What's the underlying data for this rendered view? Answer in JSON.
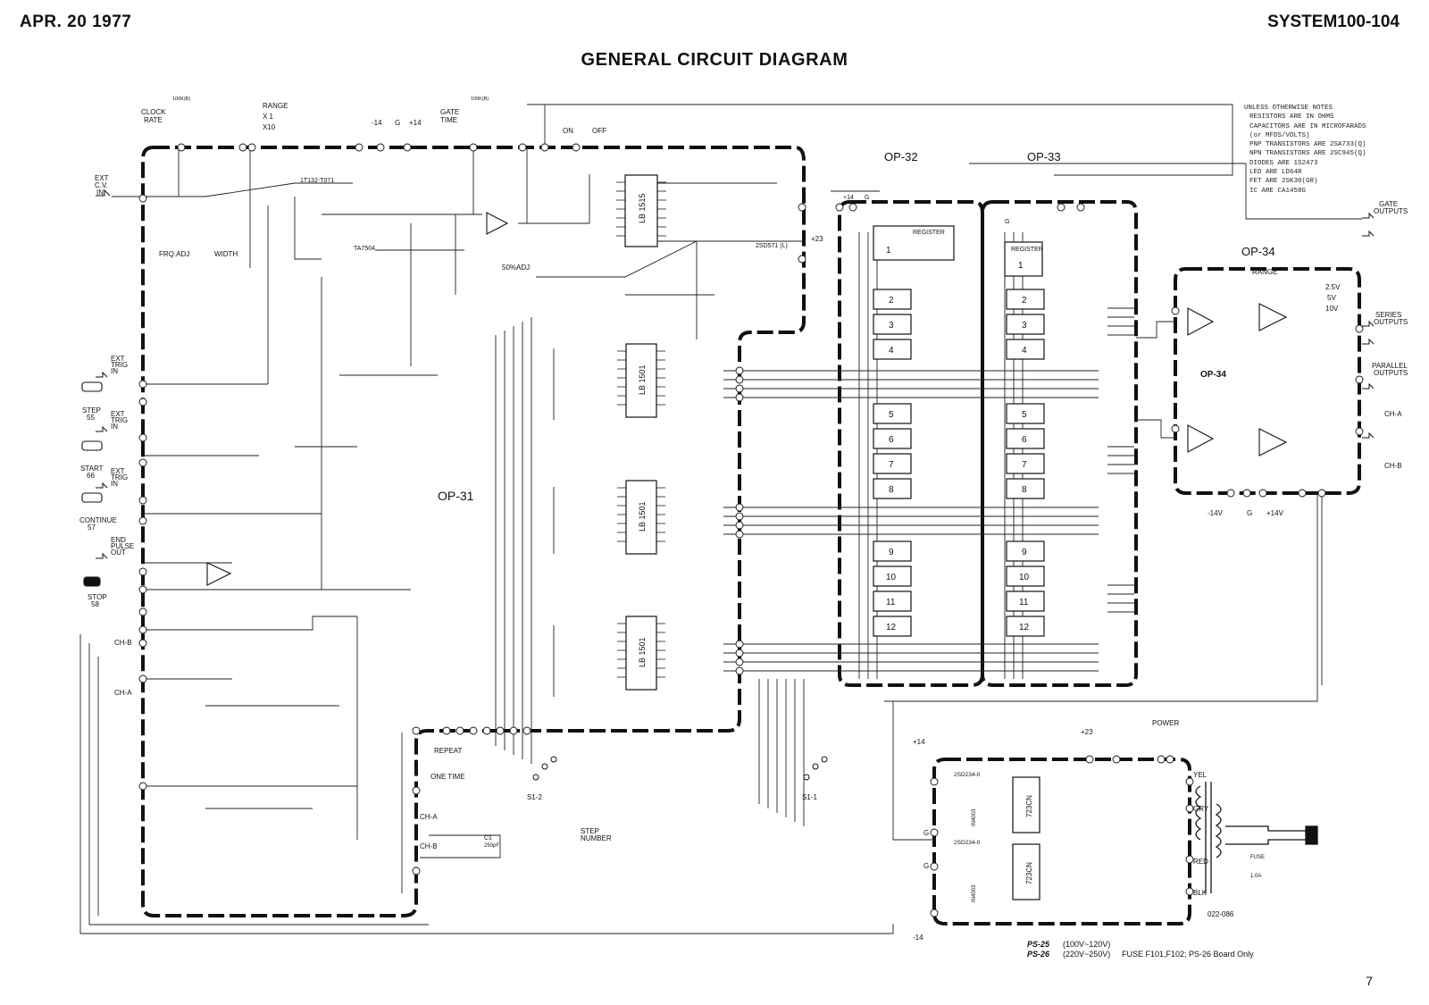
{
  "header": {
    "date": "APR. 20 1977",
    "model": "SYSTEM100-104",
    "title": "GENERAL CIRCUIT DIAGRAM",
    "page_number": "7"
  },
  "notes": {
    "heading": "UNLESS OTHERWISE NOTES",
    "lines": [
      "RESISTORS ARE IN OHMS",
      "CAPACITORS ARE IN MICROFARADS",
      "(or MFDS/VOLTS)",
      "PNP TRANSISTORS ARE 2SA733(Q)",
      "NPN TRANSISTORS ARE 2SC945(Q)",
      "DIODES ARE 1S2473",
      "LED ARE LD64R",
      "FET ARE 2SK30(GR)",
      "IC ARE CA1458G"
    ]
  },
  "boards": {
    "op31": "OP-31",
    "op32": "OP-32",
    "op33": "OP-33",
    "op34": "OP-34",
    "op34_inner": "OP-34"
  },
  "op31": {
    "clock_rate": [
      "CLOCK",
      "RATE"
    ],
    "gate_time": [
      "GATE",
      "TIME"
    ],
    "range": "RANGE",
    "x1": "X 1",
    "x10": "X10",
    "ext_cv_in": [
      "EXT",
      "C.V.",
      "IN"
    ],
    "frq_adj": "FRQ.ADJ",
    "width": "WIDTH",
    "ext_trig_in": [
      "EXT",
      "TRIG",
      "IN"
    ],
    "step": "STEP",
    "step_num": "55",
    "start": "START",
    "start_num": "66",
    "continue": "CONTINUE",
    "continue_num": "57",
    "end_pulse_out": [
      "END",
      "PULSE",
      "OUT"
    ],
    "stop": "STOP",
    "stop_num": "58",
    "ch_b": "CH-B",
    "ch_a": "CH-A",
    "repeat": "REPEAT",
    "one_time": "ONE TIME",
    "step_number": [
      "STEP",
      "NUMBER"
    ],
    "on": "ON",
    "off": "OFF",
    "plus23": "+23",
    "adj50": "50%ADJ",
    "minus14": "-14",
    "g": "G",
    "plus14": "+14",
    "ic_lb1515": "LB 1515",
    "ic_lb1501": "LB 1501",
    "ic_ta7504": "TA7504",
    "ic_1t132": "1T132-T071",
    "q_2sd571": "2SD571 (L)",
    "s1_2": "S1-2",
    "s1_1": "S1-1",
    "c1": "C1",
    "c1_val": "250pF",
    "r_clock": "100K(B)",
    "r_gate": "100K(B)",
    "ch_a_sw": "CH-A",
    "ch_b_sw": "CH-B"
  },
  "op32": {
    "register": "REGISTER",
    "plus14": "+14",
    "g": "G",
    "cells": [
      "1",
      "2",
      "3",
      "4",
      "5",
      "6",
      "7",
      "8",
      "9",
      "10",
      "11",
      "12"
    ]
  },
  "op33": {
    "register": "REGISTER",
    "g": "G",
    "cells": [
      "1",
      "2",
      "3",
      "4",
      "5",
      "6",
      "7",
      "8",
      "9",
      "10",
      "11",
      "12"
    ]
  },
  "op34": {
    "range": "RANGE",
    "v25": "2.5V",
    "v5": "5V",
    "v10": "10V",
    "gate_outputs": [
      "GATE",
      "OUTPUTS"
    ],
    "series_outputs": [
      "SERIES",
      "OUTPUTS"
    ],
    "parallel_outputs": [
      "PARALLEL",
      "OUTPUTS"
    ],
    "ch_a": "CH-A",
    "ch_b": "CH-B",
    "minus14v": "-14V",
    "g": "G",
    "plus14v": "+14V"
  },
  "power": {
    "power": "POWER",
    "plus23": "+23",
    "plus14": "+14",
    "minus14": "-14",
    "g": "G",
    "reg_ic": "723CN",
    "q_2sd234": "2SD234-0",
    "diode_in4003": "IN4003",
    "yel": "YEL",
    "gry": "GRY",
    "red": "RED",
    "blk": "BLK",
    "fuse": "FUSE",
    "fuse_val": "1.0A",
    "part_no": "022-086",
    "ps25": "PS-25",
    "ps25_spec": "(100V~120V)",
    "ps26": "PS-26",
    "ps26_spec": "(220V~250V)",
    "fuse_note": "FUSE F101,F102; PS-26 Board Only"
  }
}
